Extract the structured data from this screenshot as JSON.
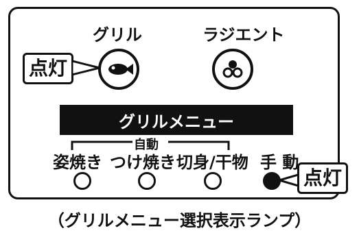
{
  "panel": {
    "grill_label": "グリル",
    "radiant_label": "ラジエント",
    "menu_bar_label": "グリルメニュー",
    "auto_label": "自動",
    "options": [
      "姿焼き",
      "つけ焼き",
      "切身/干物"
    ],
    "manual_label": "手 動",
    "lit_callout_left": "点灯",
    "lit_callout_right": "点灯"
  },
  "caption": "（グリルメニュー選択表示ランプ）"
}
